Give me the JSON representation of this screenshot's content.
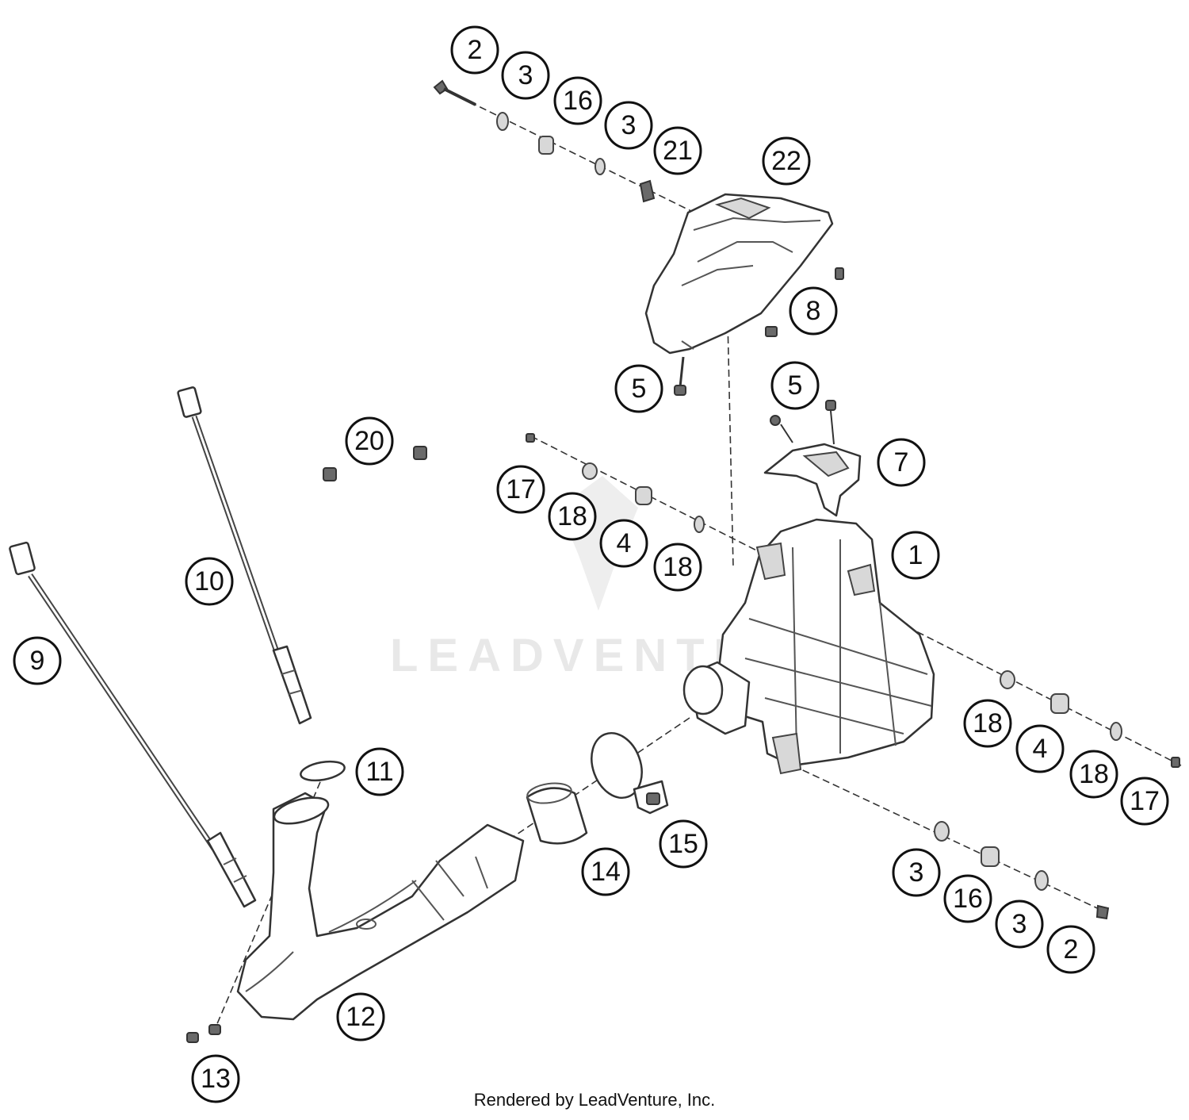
{
  "callouts": [
    {
      "num": "2"
    },
    {
      "num": "3"
    },
    {
      "num": "16"
    },
    {
      "num": "3"
    },
    {
      "num": "21"
    },
    {
      "num": "22"
    },
    {
      "num": "8"
    },
    {
      "num": "5"
    },
    {
      "num": "5"
    },
    {
      "num": "20"
    },
    {
      "num": "7"
    },
    {
      "num": "17"
    },
    {
      "num": "18"
    },
    {
      "num": "4"
    },
    {
      "num": "18"
    },
    {
      "num": "1"
    },
    {
      "num": "10"
    },
    {
      "num": "9"
    },
    {
      "num": "18"
    },
    {
      "num": "4"
    },
    {
      "num": "18"
    },
    {
      "num": "17"
    },
    {
      "num": "11"
    },
    {
      "num": "15"
    },
    {
      "num": "14"
    },
    {
      "num": "3"
    },
    {
      "num": "16"
    },
    {
      "num": "3"
    },
    {
      "num": "2"
    },
    {
      "num": "12"
    },
    {
      "num": "13"
    }
  ],
  "watermark": "LEADVENTURE",
  "footer": "Rendered by LeadVenture, Inc."
}
